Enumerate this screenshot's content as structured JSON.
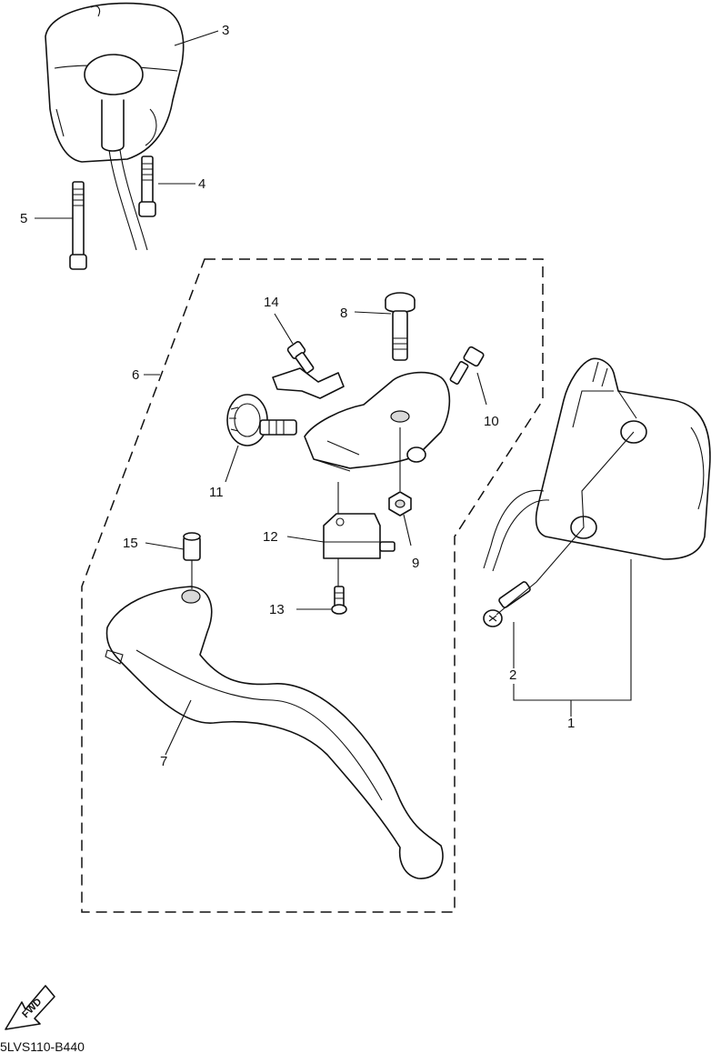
{
  "diagram": {
    "callouts": {
      "c1": "1",
      "c2": "2",
      "c3": "3",
      "c4": "4",
      "c5": "5",
      "c6": "6",
      "c7": "7",
      "c8": "8",
      "c9": "9",
      "c10": "10",
      "c11": "11",
      "c12": "12",
      "c13": "13",
      "c14": "14",
      "c15": "15"
    },
    "fwd_label": "FWD",
    "drawing_code": "5LVS110-B440"
  }
}
